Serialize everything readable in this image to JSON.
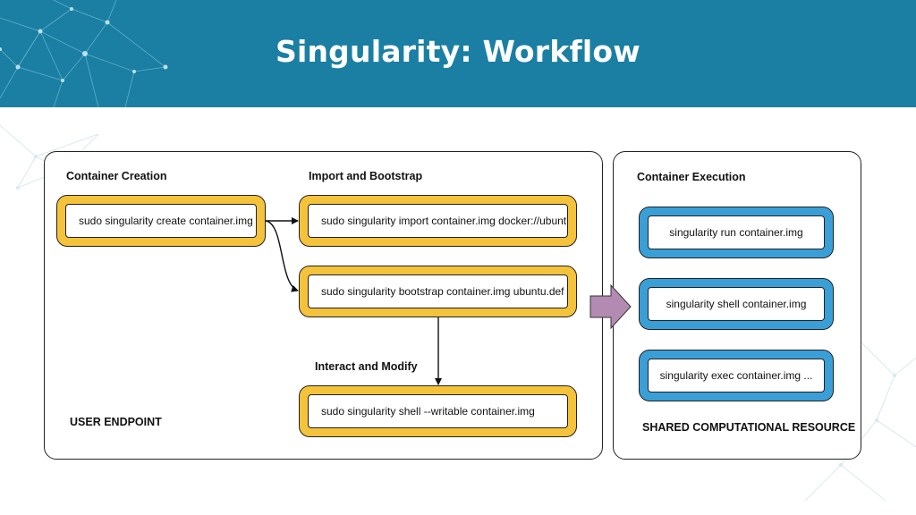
{
  "title": "Singularity: Workflow",
  "colors": {
    "header": "#1a7fa3",
    "yellow": "#f5c33b",
    "blue": "#3a9fd6",
    "transfer_arrow": "#b38bb2"
  },
  "left_panel": {
    "container_creation": {
      "heading": "Container Creation",
      "command": "sudo singularity create container.img"
    },
    "import_bootstrap": {
      "heading": "Import and Bootstrap",
      "import_command": "sudo singularity import container.img docker://ubuntu",
      "bootstrap_command": "sudo singularity bootstrap container.img ubuntu.def"
    },
    "interact_modify": {
      "heading": "Interact and Modify",
      "command": "sudo singularity shell --writable container.img"
    },
    "footer": "USER ENDPOINT"
  },
  "right_panel": {
    "heading": "Container Execution",
    "commands": [
      "singularity run container.img",
      "singularity shell container.img",
      "singularity exec container.img ..."
    ],
    "footer": "SHARED COMPUTATIONAL RESOURCE"
  }
}
